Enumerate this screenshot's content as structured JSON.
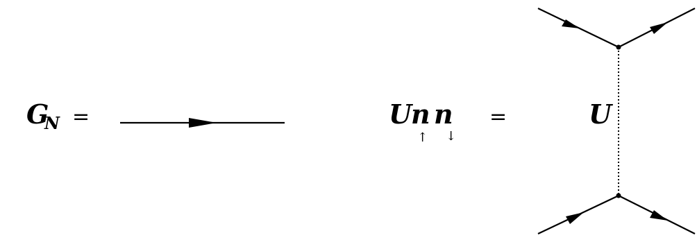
{
  "left_equation": {
    "symbol": "G",
    "subscript": "N",
    "equals": "="
  },
  "right_equation": {
    "coefficient": "U",
    "operator_1": "n",
    "operator_1_spin": "↑",
    "operator_2": "n",
    "operator_2_spin": "↓",
    "equals": "="
  },
  "interaction_label": "U",
  "colors": {
    "ink": "#000000",
    "background": "#ffffff"
  }
}
